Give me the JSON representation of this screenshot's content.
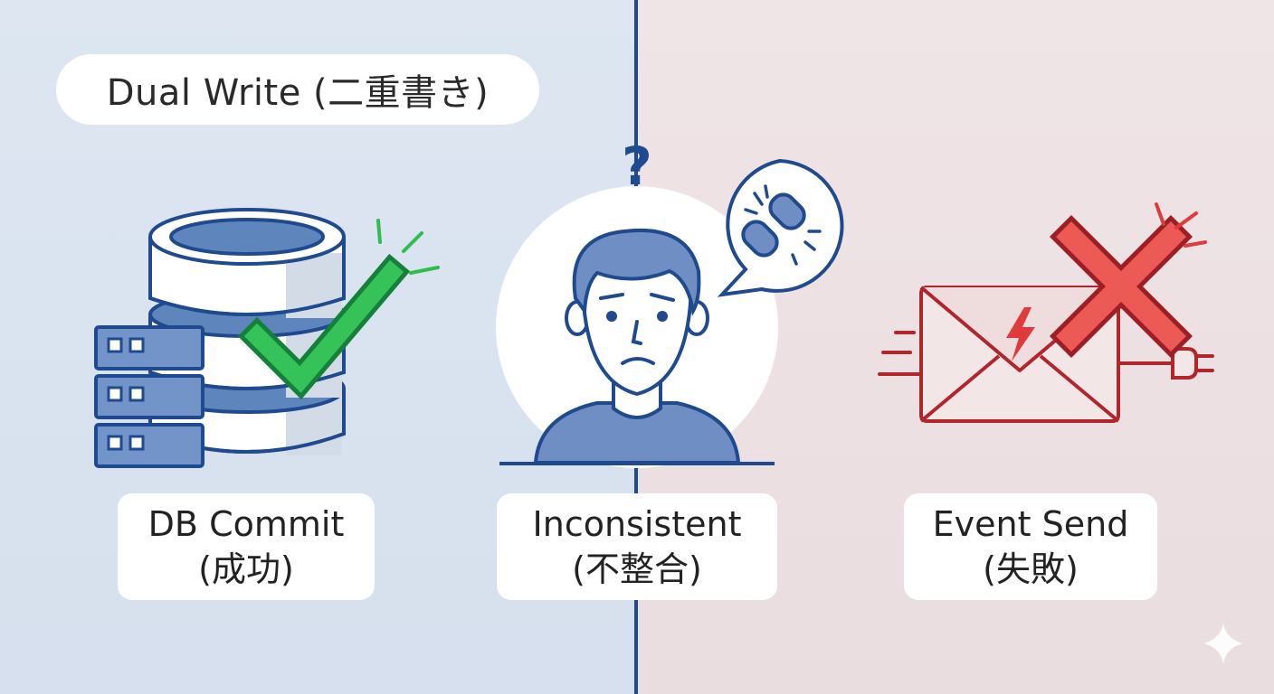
{
  "title": "Dual Write (二重書き)",
  "db_commit": {
    "line1": "DB Commit",
    "line2": "(成功)"
  },
  "inconsistent": {
    "line1": "Inconsistent",
    "line2": "(不整合)"
  },
  "event_send": {
    "line1": "Event Send",
    "line2": "(失敗)"
  },
  "question_mark": "?",
  "colors": {
    "navy": "#1f4a8f",
    "success_green": "#2ebd4e",
    "error_red": "#e03a3a",
    "envelope_red": "#b0262b",
    "left_bg": "#dae3f0",
    "right_bg": "#ede1e3"
  },
  "icons": [
    "database-icon",
    "server-rack-icon",
    "checkmark-icon",
    "person-icon",
    "broken-link-icon",
    "speech-bubble-icon",
    "envelope-icon",
    "lightning-icon",
    "x-mark-icon",
    "plug-icon",
    "sparkle-icon"
  ]
}
